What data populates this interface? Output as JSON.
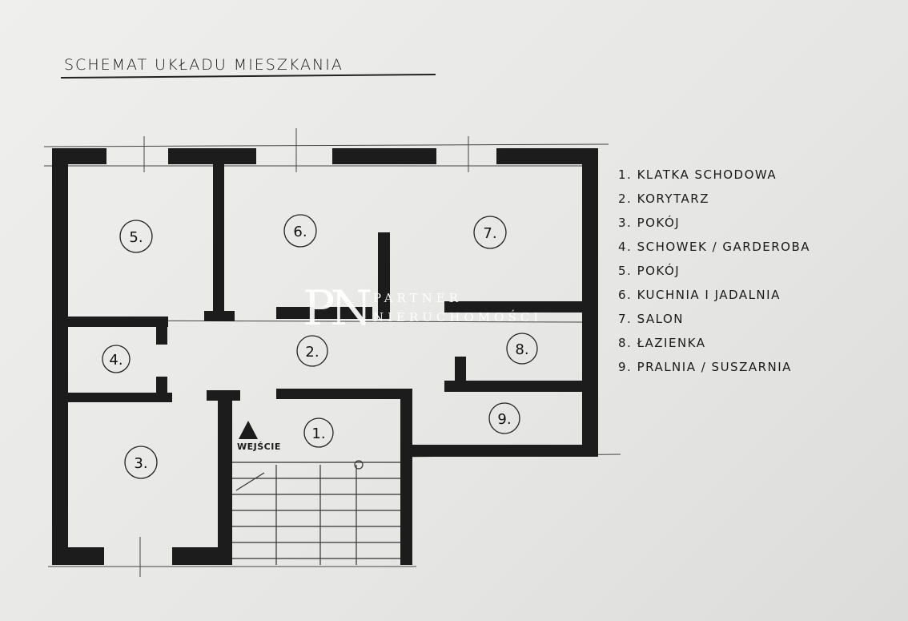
{
  "title": "SCHEMAT UKŁADU MIESZKANIA",
  "legend": [
    "1. KLATKA SCHODOWA",
    "2. KORYTARZ",
    "3. POKÓJ",
    "4. SCHOWEK / GARDEROBA",
    "5. POKÓJ",
    "6. KUCHNIA I JADALNIA",
    "7. SALON",
    "8. ŁAZIENKA",
    "9. PRALNIA / SUSZARNIA"
  ],
  "rooms": [
    "1.",
    "2.",
    "3.",
    "4.",
    "5.",
    "6.",
    "7.",
    "8.",
    "9."
  ],
  "entrance_label": "WEJŚCIE",
  "watermark": {
    "logo": "PN",
    "line1": "PARTNER",
    "line2": "NIERUCHOMOŚCI"
  }
}
